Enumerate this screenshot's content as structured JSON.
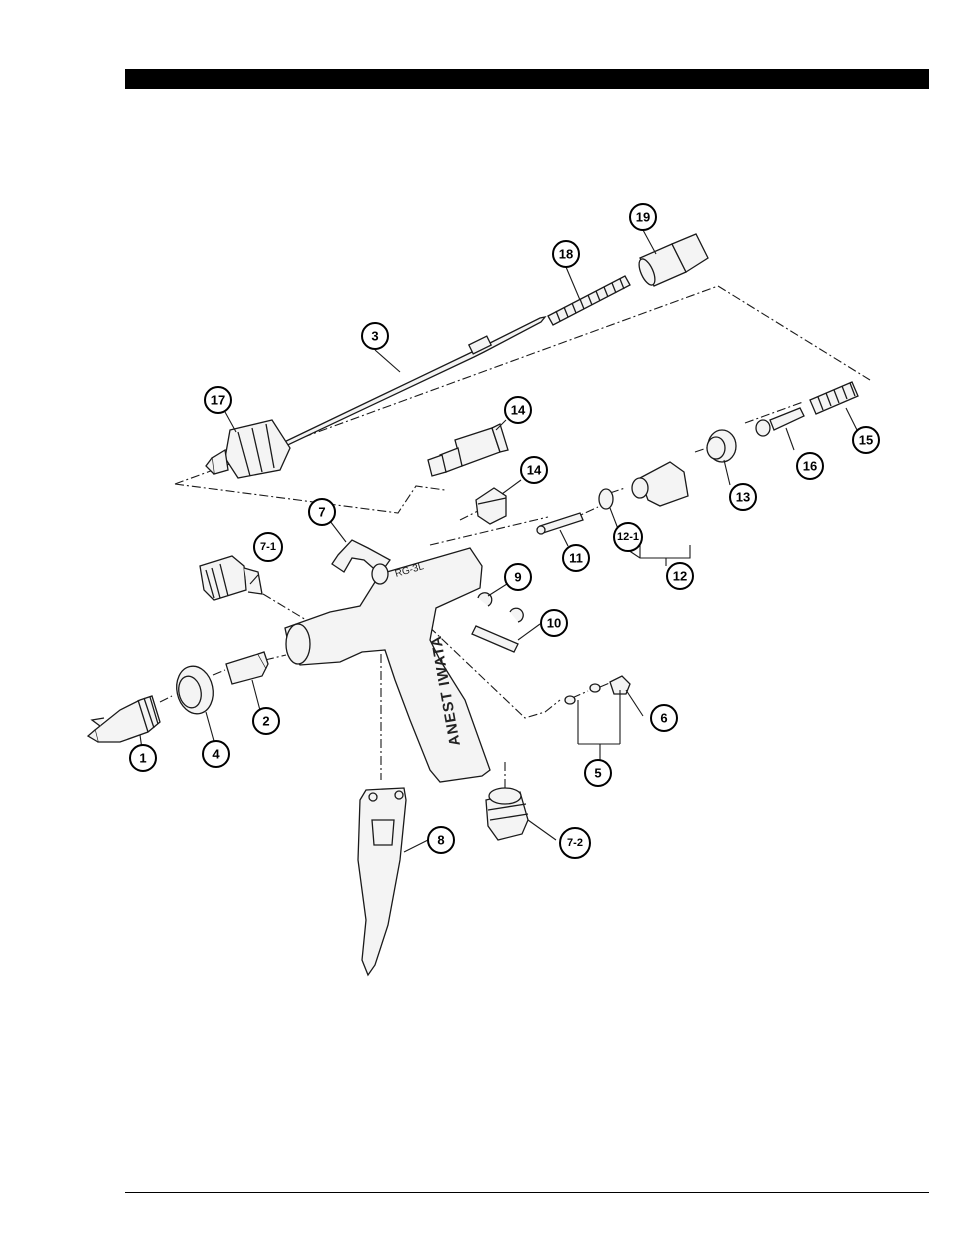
{
  "page": {
    "colors": {
      "ink": "#000000",
      "paper": "#ffffff",
      "part_fill": "#f4f4f4"
    }
  },
  "gun_markings": {
    "model": "RG-3L",
    "brand": "ANEST IWATA"
  },
  "callouts": [
    {
      "id": "1",
      "label": "1"
    },
    {
      "id": "2",
      "label": "2"
    },
    {
      "id": "3",
      "label": "3"
    },
    {
      "id": "4",
      "label": "4"
    },
    {
      "id": "5",
      "label": "5"
    },
    {
      "id": "6",
      "label": "6"
    },
    {
      "id": "7",
      "label": "7"
    },
    {
      "id": "7-1",
      "label": "7-1"
    },
    {
      "id": "7-2",
      "label": "7-2"
    },
    {
      "id": "8",
      "label": "8"
    },
    {
      "id": "9",
      "label": "9"
    },
    {
      "id": "10",
      "label": "10"
    },
    {
      "id": "11",
      "label": "11"
    },
    {
      "id": "12",
      "label": "12"
    },
    {
      "id": "12-1",
      "label": "12-1"
    },
    {
      "id": "13",
      "label": "13"
    },
    {
      "id": "14a",
      "label": "14"
    },
    {
      "id": "14b",
      "label": "14"
    },
    {
      "id": "15",
      "label": "15"
    },
    {
      "id": "16",
      "label": "16"
    },
    {
      "id": "17",
      "label": "17"
    },
    {
      "id": "18",
      "label": "18"
    },
    {
      "id": "19",
      "label": "19"
    }
  ]
}
